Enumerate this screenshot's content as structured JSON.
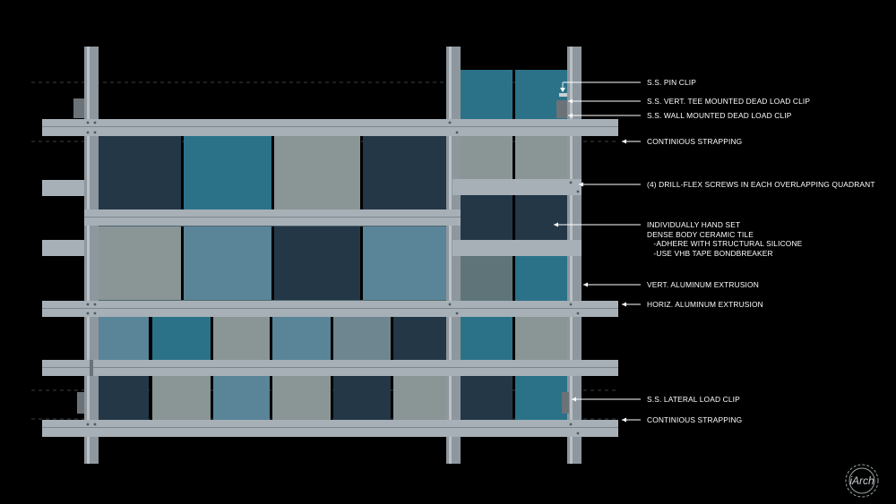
{
  "colors": {
    "background": "#000000",
    "tile_dark": "#233747",
    "tile_teal": "#2b7288",
    "tile_gray": "#8a9596",
    "tile_blue_gray": "#5a8498",
    "tile_slate": "#6e8690",
    "aluminum": "#a7b0b7",
    "annotation": "#ffffff"
  },
  "callouts": [
    {
      "id": "ss-pin-clip",
      "text": "S.S. PIN CLIP"
    },
    {
      "id": "ss-vert-tee-clip",
      "text": "S.S. VERT. TEE MOUNTED DEAD LOAD CLIP"
    },
    {
      "id": "ss-wall-clip",
      "text": "S.S. WALL MOUNTED DEAD LOAD CLIP"
    },
    {
      "id": "continuous-strapping-top",
      "text": "CONTINIOUS STRAPPING"
    },
    {
      "id": "drill-flex-screws",
      "text": "(4) DRILL-FLEX SCREWS IN EACH OVERLAPPING QUADRANT"
    },
    {
      "id": "ceramic-tile",
      "text": "INDIVIDUALLY HAND SET\nDENSE BODY CERAMIC TILE\n   -ADHERE WITH STRUCTURAL SILICONE\n   -USE VHB TAPE BONDBREAKER"
    },
    {
      "id": "vert-aluminum",
      "text": "VERT. ALUMINUM EXTRUSION"
    },
    {
      "id": "horiz-aluminum",
      "text": "HORIZ. ALUMINUM EXTRUSION"
    },
    {
      "id": "ss-lateral-clip",
      "text": "S.S. LATERAL LOAD CLIP"
    },
    {
      "id": "continuous-strapping-bottom",
      "text": "CONTINIOUS STRAPPING"
    }
  ],
  "watermark": {
    "text": "iArch",
    "icon": "gear-logo"
  }
}
